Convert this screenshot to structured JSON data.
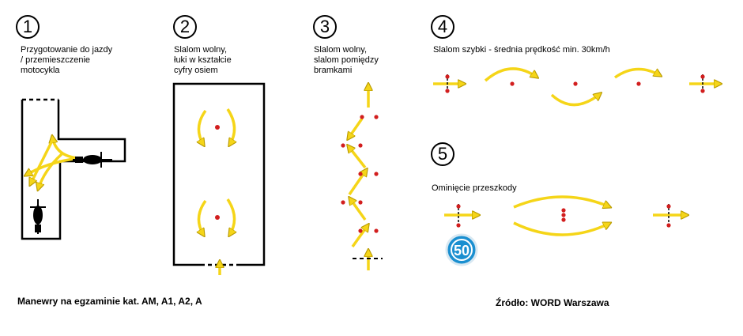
{
  "colors": {
    "arrow_fill": "#f5d518",
    "arrow_stroke": "#b89a00",
    "cone": "#d21e1e",
    "line": "#000000",
    "sign_ring": "#1a8fd0",
    "sign_text": "#ffffff"
  },
  "maneuvers": [
    {
      "number": "1",
      "label_lines": [
        "Przygotowanie do jazdy",
        "/ przemieszczenie",
        "motocykla"
      ]
    },
    {
      "number": "2",
      "label_lines": [
        "Slalom wolny,",
        "łuki w kształcie",
        "cyfry osiem"
      ]
    },
    {
      "number": "3",
      "label_lines": [
        "Slalom wolny,",
        "slalom pomiędzy",
        "bramkami"
      ]
    },
    {
      "number": "4",
      "label_lines": [
        "Slalom szybki - średnia prędkość min. 30km/h"
      ]
    },
    {
      "number": "5",
      "label_lines": [
        "Ominięcie przeszkody"
      ]
    }
  ],
  "speed_sign": {
    "value": "50"
  },
  "caption_left": "Manewry na egzaminie kat. AM, A1, A2, A",
  "caption_right": "Źródło: WORD Warszawa"
}
